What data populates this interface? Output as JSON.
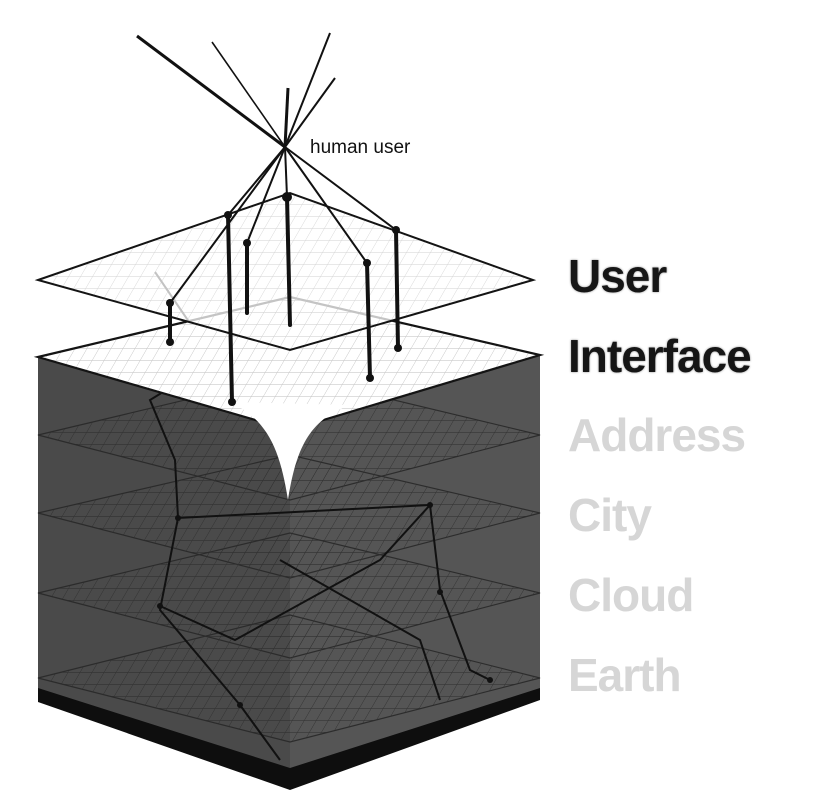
{
  "user_label": "human user",
  "layers": [
    {
      "label": "User",
      "state": "active"
    },
    {
      "label": "Interface",
      "state": "active"
    },
    {
      "label": "Address",
      "state": "dim"
    },
    {
      "label": "City",
      "state": "dim"
    },
    {
      "label": "Cloud",
      "state": "dim"
    },
    {
      "label": "Earth",
      "state": "dim"
    }
  ],
  "colors": {
    "cube_side": "#4a4a4a",
    "cube_base": "#0e0e0e",
    "grid_light": "#c4c4c4",
    "ink": "#141414",
    "active_label": "#161616",
    "dim_label": "#d6d6d6"
  }
}
